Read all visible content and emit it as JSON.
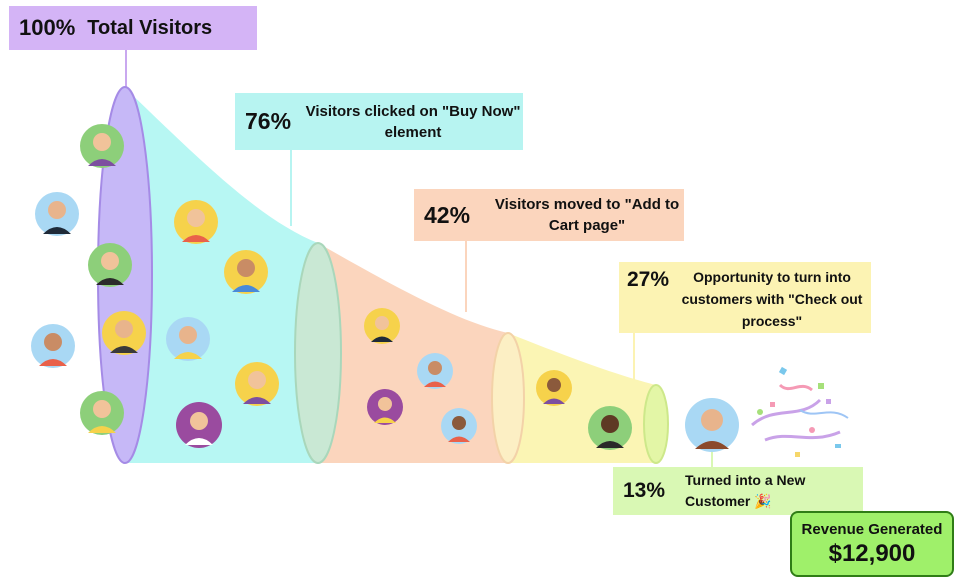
{
  "stages": [
    {
      "id": "total",
      "percent": "100%",
      "label": "Total Visitors",
      "color": "#d4b4f6"
    },
    {
      "id": "buy-now",
      "percent": "76%",
      "label": "Visitors clicked on \"Buy Now\" element",
      "color": "#b7f4f1"
    },
    {
      "id": "add-to-cart",
      "percent": "42%",
      "label": "Visitors moved to \"Add to Cart page\"",
      "color": "#fbd5bd"
    },
    {
      "id": "checkout",
      "percent": "27%",
      "label": "Opportunity to turn into customers with \"Check out process\"",
      "color": "#fcf3b3"
    },
    {
      "id": "customer",
      "percent": "13%",
      "label": "Turned into a New Customer",
      "color": "#d9f8b4"
    }
  ],
  "customer_emoji": "🎉",
  "revenue": {
    "label": "Revenue Generated",
    "value": "$12,900"
  },
  "icons": {
    "visitor": "person-avatar-icon",
    "celebration": "confetti-icon"
  }
}
